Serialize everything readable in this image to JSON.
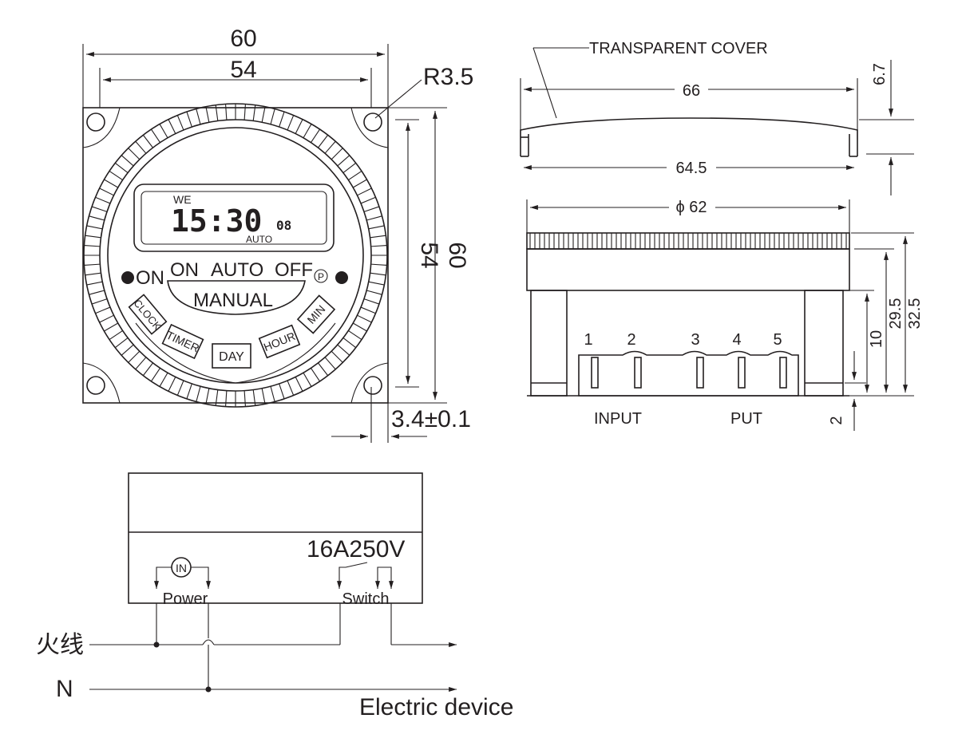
{
  "front_view": {
    "dim_width_outer": "60",
    "dim_width_inner": "54",
    "dim_corner_radius": "R3.5",
    "dim_height_inner": "54",
    "dim_height_outer": "60",
    "dim_edge_offset": "3.4±0.1",
    "lcd": {
      "day": "WE",
      "time": "15:30",
      "seconds": "08",
      "mode": "AUTO"
    },
    "indicator_on": "ON",
    "modes": {
      "on": "ON",
      "auto": "AUTO",
      "off": "OFF",
      "manual": "MANUAL",
      "p_symbol": "P"
    },
    "buttons": {
      "clock": "CLOCK",
      "timer": "TIMER",
      "day": "DAY",
      "hour": "HOUR",
      "min": "MIN"
    }
  },
  "side_view": {
    "cover_label": "TRANSPARENT COVER",
    "dim_cover_width": "66",
    "dim_cover_height": "6.7",
    "dim_cover_base": "64.5",
    "dim_diameter": "ϕ 62",
    "dim_h_total": "32.5",
    "dim_h_body": "29.5",
    "dim_h_leg": "10",
    "dim_h_base": "2",
    "terminals": [
      "1",
      "2",
      "3",
      "4",
      "5"
    ],
    "label_input": "INPUT",
    "label_output": "PUT"
  },
  "wiring": {
    "rating": "16A250V",
    "motor_symbol": "IN",
    "power_label": "Power",
    "switch_label": "Switch",
    "live_label": "火线",
    "neutral_label": "N",
    "device_label": "Electric device"
  }
}
